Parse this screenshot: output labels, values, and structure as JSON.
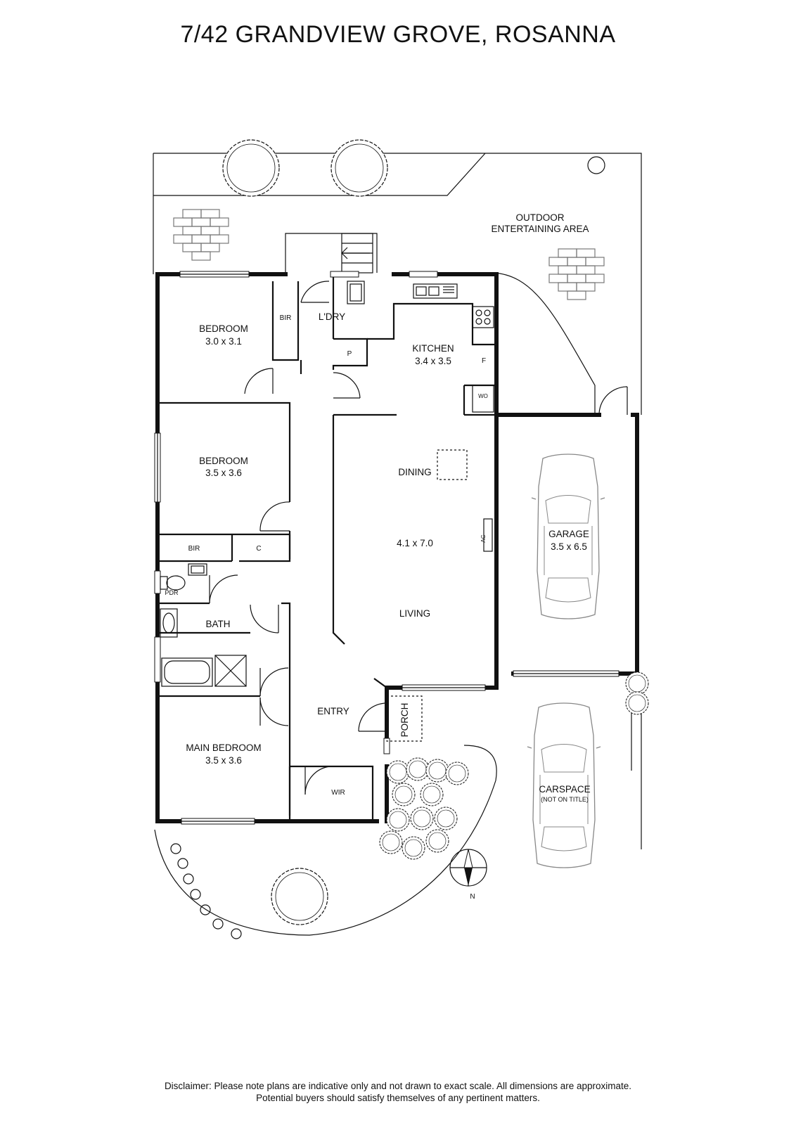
{
  "title": "7/42 GRANDVIEW GROVE, ROSANNA",
  "rooms": {
    "outdoor_line1": "OUTDOOR",
    "outdoor_line2": "ENTERTAINING AREA",
    "bedroom1_name": "BEDROOM",
    "bedroom1_size": "3.0 x 3.1",
    "bir1": "BIR",
    "laundry": "L'DRY",
    "pantry": "P",
    "kitchen_name": "KITCHEN",
    "kitchen_size": "3.4 x 3.5",
    "fridge": "F",
    "wall_oven": "WO",
    "bedroom2_name": "BEDROOM",
    "bedroom2_size": "3.5 x 3.6",
    "dining": "DINING",
    "living_size": "4.1 x 7.0",
    "ac": "AC",
    "living": "LIVING",
    "garage_name": "GARAGE",
    "garage_size": "3.5 x 6.5",
    "bir2": "BIR",
    "cupboard": "C",
    "powder": "PDR",
    "bath": "BATH",
    "entry": "ENTRY",
    "porch": "PORCH",
    "main_bedroom_name": "MAIN BEDROOM",
    "main_bedroom_size": "3.5 x 3.6",
    "wir": "WIR",
    "carspace_name": "CARSPACE",
    "carspace_note": "(NOT ON TITLE)",
    "north": "N"
  },
  "disclaimer": {
    "line1": "Disclaimer: Please note plans are indicative only and not drawn to exact scale. All dimensions are approximate.",
    "line2": "Potential buyers should satisfy themselves of any pertinent matters."
  },
  "icons": [
    "tree-icon",
    "paving-icon",
    "car-icon",
    "toilet-icon",
    "basin-icon",
    "bathtub-icon",
    "shower-icon",
    "sink-icon",
    "cooktop-icon",
    "compass-icon",
    "stairs-icon"
  ]
}
